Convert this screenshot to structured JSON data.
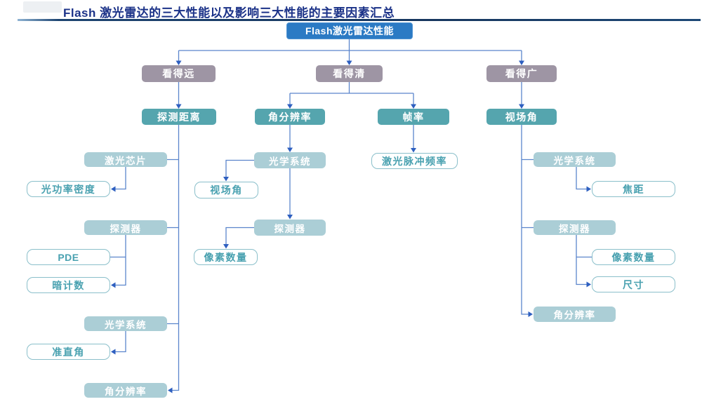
{
  "page_title": "Flash 激光雷达的三大性能以及影响三大性能的主要因素汇总",
  "diagram": {
    "root_label": "Flash激光雷达性能",
    "branches": [
      {
        "label": "看得远",
        "metrics": [
          {
            "label": "探测距离",
            "factors": [
              {
                "label": "激光芯片",
                "children": [
                  "光功率密度"
                ]
              },
              {
                "label": "探测器",
                "children": [
                  "PDE",
                  "暗计数"
                ]
              },
              {
                "label": "光学系统",
                "children": [
                  "准直角"
                ]
              },
              {
                "label": "角分辨率",
                "children": []
              }
            ]
          }
        ]
      },
      {
        "label": "看得清",
        "metrics": [
          {
            "label": "角分辨率",
            "factors": [
              {
                "label": "光学系统",
                "children": [
                  "视场角"
                ]
              },
              {
                "label": "探测器",
                "children": [
                  "像素数量"
                ]
              }
            ]
          },
          {
            "label": "帧率",
            "factors": [
              {
                "label": "激光脉冲频率",
                "children": []
              }
            ]
          }
        ]
      },
      {
        "label": "看得广",
        "metrics": [
          {
            "label": "视场角",
            "factors": [
              {
                "label": "光学系统",
                "children": [
                  "焦距"
                ]
              },
              {
                "label": "探测器",
                "children": [
                  "像素数量",
                  "尺寸"
                ]
              },
              {
                "label": "角分辨率",
                "children": []
              }
            ]
          }
        ]
      }
    ]
  },
  "colors": {
    "title_text": "#1b3288",
    "root_fill": "#2b7ac4",
    "branch_fill": "#9e95a4",
    "metric_fill": "#55a5ae",
    "factor_fill": "#abced6",
    "leaf_border": "#8abfca",
    "leaf_text": "#49a1b0",
    "connector_line": "#5b85cc",
    "arrowhead": "#2e5fc0"
  }
}
